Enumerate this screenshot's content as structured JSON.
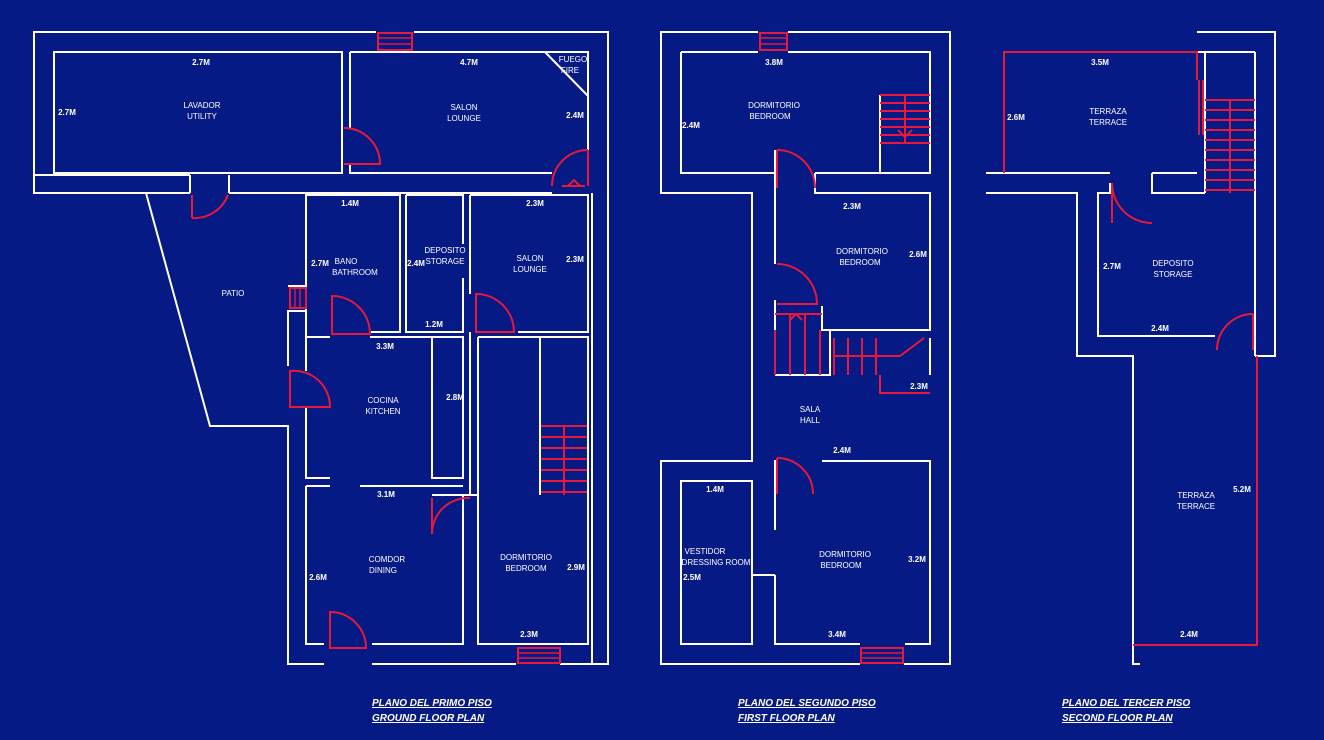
{
  "plans": [
    {
      "id": "ground",
      "caption": "PLANO DEL PRIMO PISO",
      "subcaption": "GROUND FLOOR PLAN",
      "rooms": [
        {
          "line1": "LAVADOR",
          "line2": "UTILITY"
        },
        {
          "line1": "SALON",
          "line2": "LOUNGE"
        },
        {
          "line1": "FUEGO",
          "line2": "FIRE"
        },
        {
          "line1": "PATIO",
          "line2": ""
        },
        {
          "line1": "BANO",
          "line2": "BATHROOM"
        },
        {
          "line1": "DEPOSITO",
          "line2": "STORAGE"
        },
        {
          "line1": "SALON",
          "line2": "LOUNGE"
        },
        {
          "line1": "COCINA",
          "line2": "KITCHEN"
        },
        {
          "line1": "COMDOR",
          "line2": "DINING"
        },
        {
          "line1": "DORMITORIO",
          "line2": "BEDROOM"
        }
      ],
      "dimensions": [
        "2.7M",
        "4.7M",
        "2.7M",
        "2.4M",
        "1.4M",
        "2.3M",
        "2.7M",
        "2.4M",
        "2.3M",
        "1.2M",
        "3.3M",
        "2.8M",
        "3.1M",
        "2.6M",
        "2.9M",
        "2.3M"
      ]
    },
    {
      "id": "first",
      "caption": "PLANO DEL SEGUNDO PISO",
      "subcaption": "FIRST FLOOR PLAN",
      "rooms": [
        {
          "line1": "DORMITORIO",
          "line2": "BEDROOM"
        },
        {
          "line1": "DORMITORIO",
          "line2": "BEDROOM"
        },
        {
          "line1": "SALA",
          "line2": "HALL"
        },
        {
          "line1": "VESTIDOR",
          "line2": "DRESSING ROOM"
        },
        {
          "line1": "DORMITORIO",
          "line2": "BEDROOM"
        }
      ],
      "dimensions": [
        "3.8M",
        "2.4M",
        "2.3M",
        "2.6M",
        "2.3M",
        "2.4M",
        "1.4M",
        "2.5M",
        "3.2M",
        "3.4M"
      ]
    },
    {
      "id": "second",
      "caption": "PLANO DEL TERCER PISO",
      "subcaption": "SECOND FLOOR PLAN",
      "rooms": [
        {
          "line1": "TERRAZA",
          "line2": "TERRACE"
        },
        {
          "line1": "DEPOSITO",
          "line2": "STORAGE"
        },
        {
          "line1": "TERRAZA",
          "line2": "TERRACE"
        }
      ],
      "dimensions": [
        "3.5M",
        "2.6M",
        "2.7M",
        "2.4M",
        "5.2M",
        "2.4M"
      ]
    }
  ],
  "colors": {
    "background": "#061a86",
    "walls": "#ffffff",
    "openings": "#e8183a",
    "text": "#ffffff"
  }
}
